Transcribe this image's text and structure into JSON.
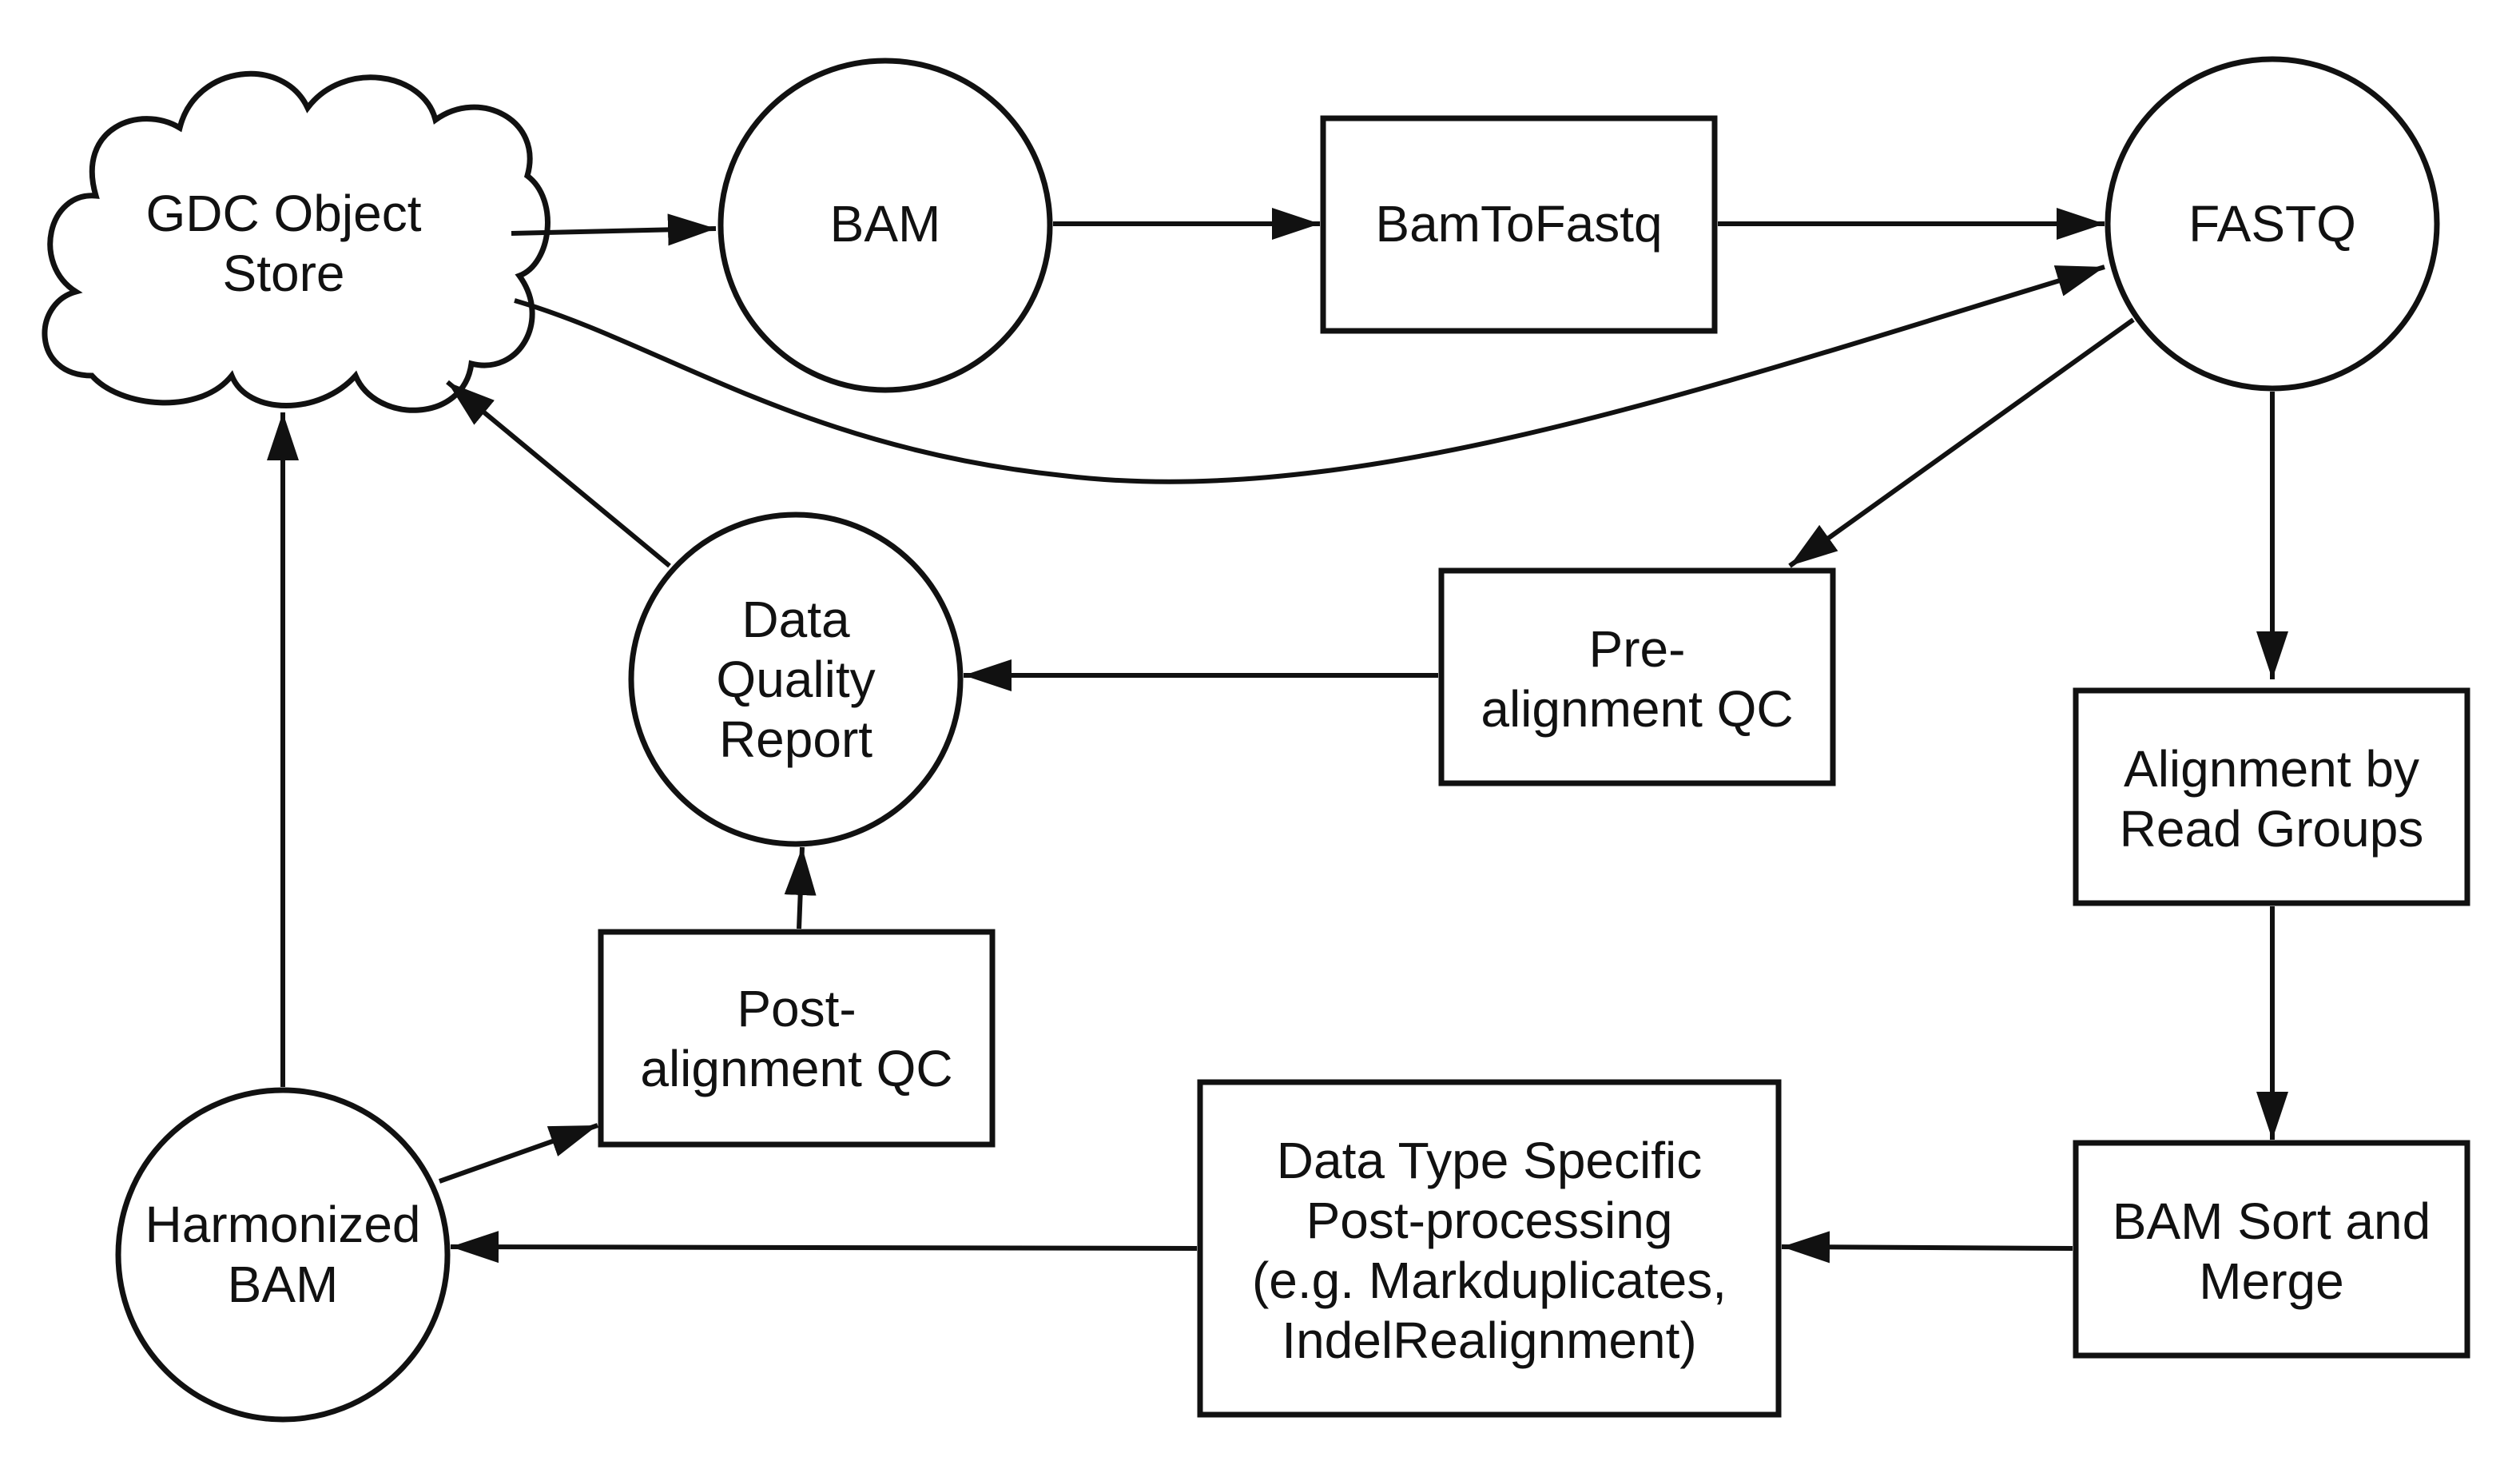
{
  "diagram": {
    "stroke_color": "#111111",
    "fill_color": "#ffffff",
    "nodes": {
      "gdc_store": {
        "shape": "cloud",
        "lines": [
          "GDC Object",
          "Store"
        ]
      },
      "bam": {
        "shape": "circle",
        "lines": [
          "BAM"
        ]
      },
      "bamtofastq": {
        "shape": "rectangle",
        "lines": [
          "BamToFastq"
        ]
      },
      "fastq": {
        "shape": "circle",
        "lines": [
          "FASTQ"
        ]
      },
      "dqr": {
        "shape": "circle",
        "lines": [
          "Data",
          "Quality",
          "Report"
        ]
      },
      "preqc": {
        "shape": "rectangle",
        "lines": [
          "Pre-",
          "alignment QC"
        ]
      },
      "align": {
        "shape": "rectangle",
        "lines": [
          "Alignment by",
          "Read Groups"
        ]
      },
      "postqc": {
        "shape": "rectangle",
        "lines": [
          "Post-",
          "alignment QC"
        ]
      },
      "harmbam": {
        "shape": "circle",
        "lines": [
          "Harmonized",
          "BAM"
        ]
      },
      "dtsp": {
        "shape": "rectangle",
        "lines": [
          "Data Type Specific",
          "Post-processing",
          "(e.g. Markduplicates,",
          "IndelRealignment)"
        ]
      },
      "sortmerge": {
        "shape": "rectangle",
        "lines": [
          "BAM Sort and",
          "Merge"
        ]
      }
    },
    "edges": [
      {
        "from": "gdc_store",
        "to": "bam"
      },
      {
        "from": "bam",
        "to": "bamtofastq"
      },
      {
        "from": "bamtofastq",
        "to": "fastq"
      },
      {
        "from": "gdc_store",
        "to": "fastq"
      },
      {
        "from": "fastq",
        "to": "preqc"
      },
      {
        "from": "fastq",
        "to": "align"
      },
      {
        "from": "preqc",
        "to": "dqr"
      },
      {
        "from": "dqr",
        "to": "gdc_store"
      },
      {
        "from": "align",
        "to": "sortmerge"
      },
      {
        "from": "sortmerge",
        "to": "dtsp"
      },
      {
        "from": "dtsp",
        "to": "harmbam"
      },
      {
        "from": "harmbam",
        "to": "postqc"
      },
      {
        "from": "postqc",
        "to": "dqr"
      },
      {
        "from": "harmbam",
        "to": "gdc_store"
      }
    ]
  }
}
